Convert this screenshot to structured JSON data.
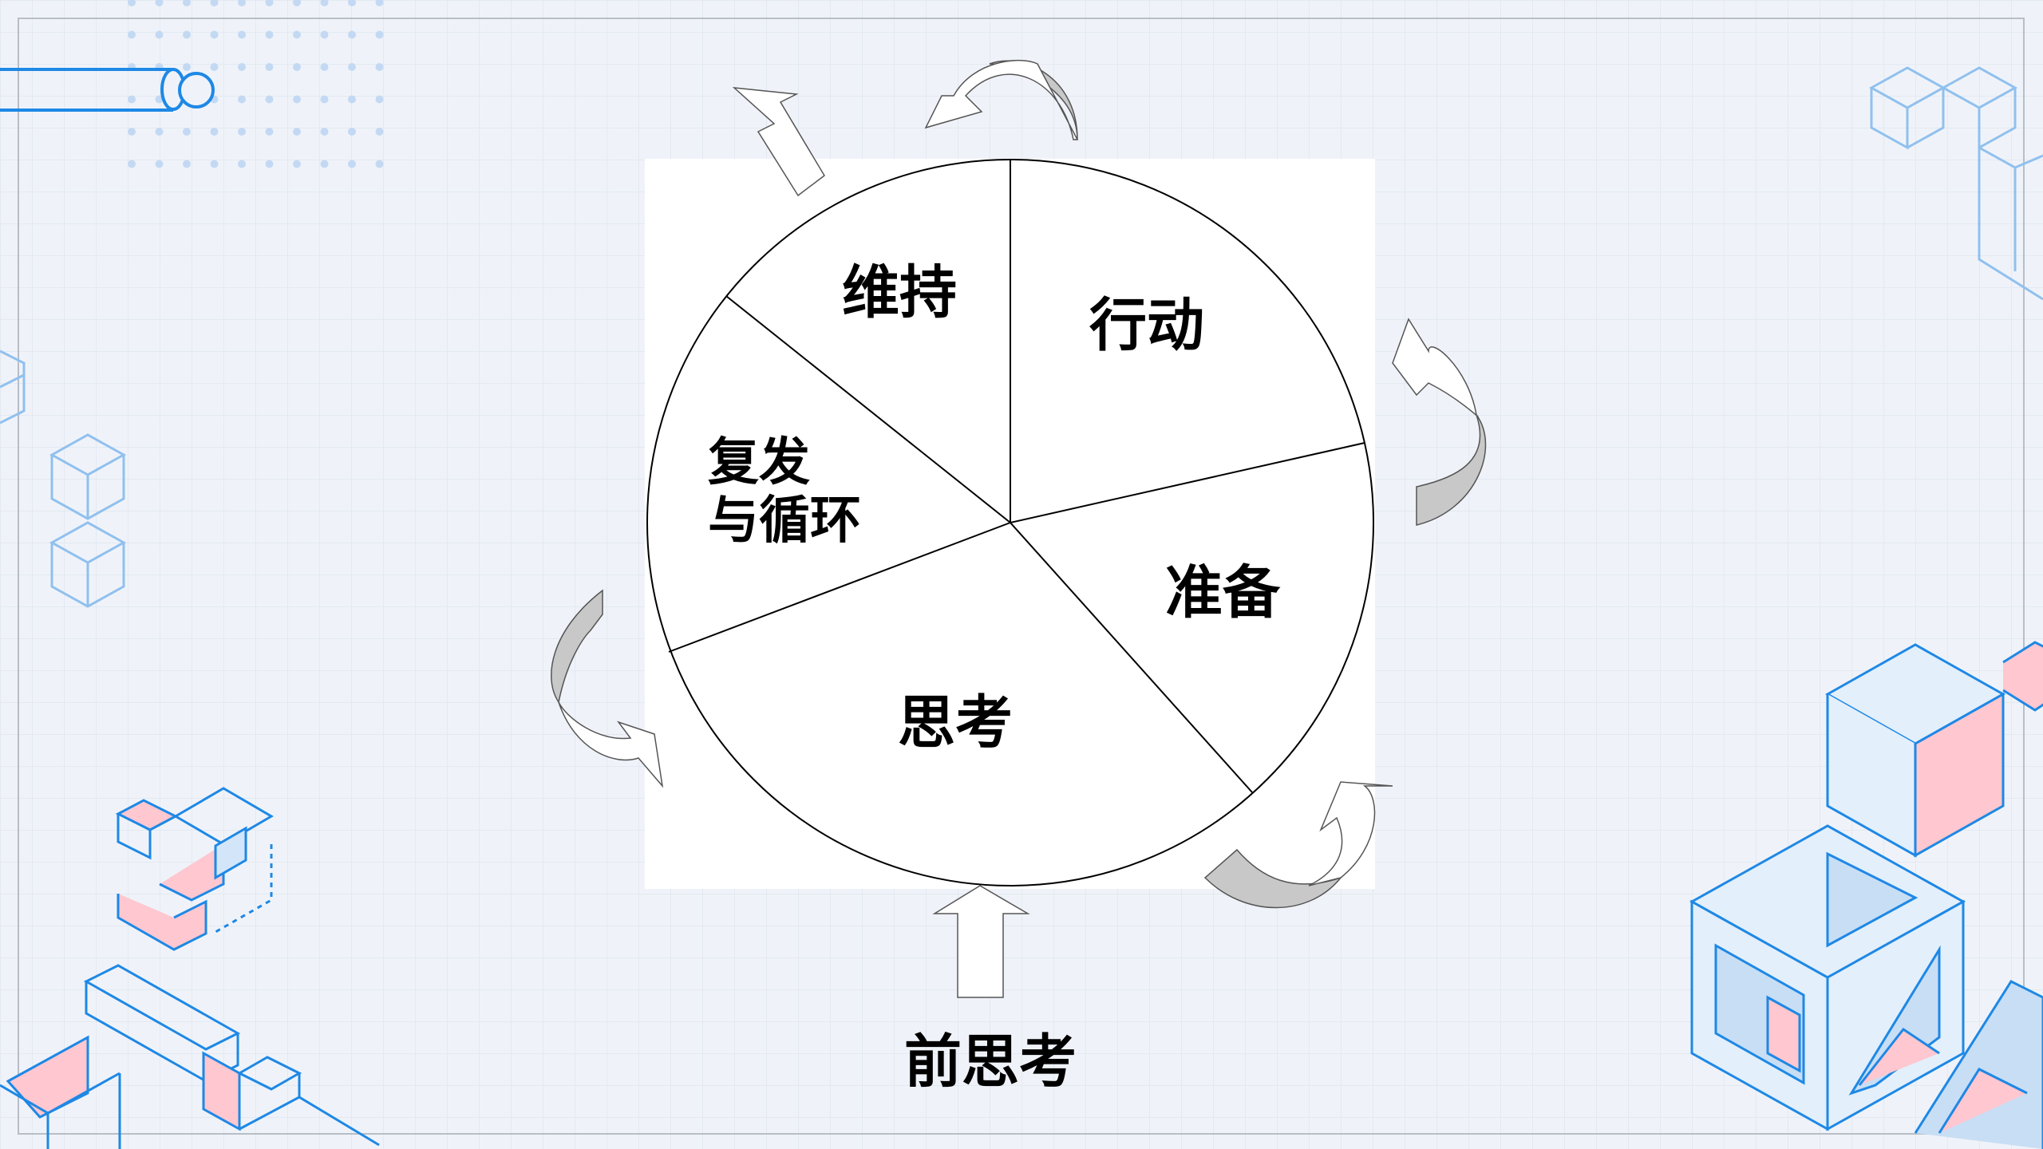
{
  "diagram": {
    "segments": [
      {
        "label": "维持"
      },
      {
        "label": "行动"
      },
      {
        "label": "复发",
        "label2": "与循环"
      },
      {
        "label": "准备"
      },
      {
        "label": "思考"
      }
    ],
    "entry_label": "前思考"
  },
  "colors": {
    "accent": "#1e88e5",
    "pink": "#ffc7cf",
    "arrow_gray": "#c8c8c8"
  }
}
